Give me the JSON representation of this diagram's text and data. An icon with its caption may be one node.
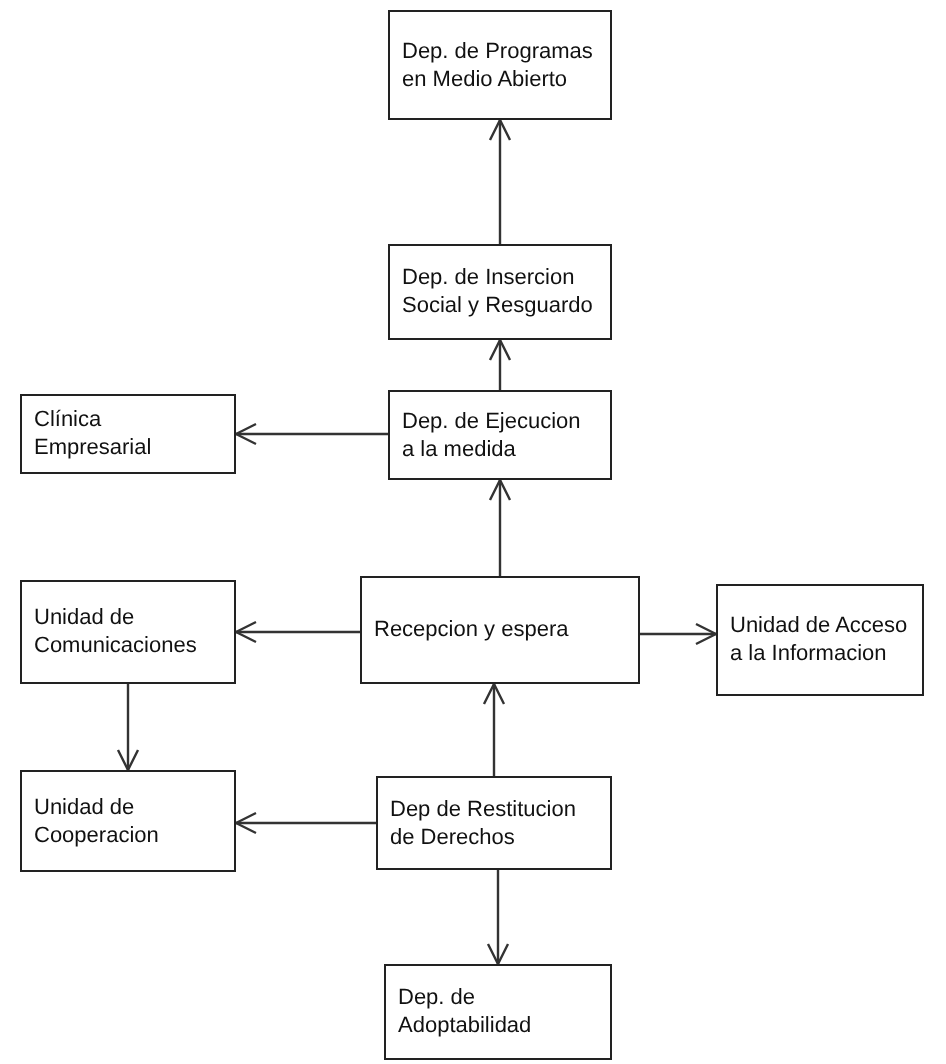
{
  "diagram": {
    "nodes": [
      {
        "text": [
          "Dep. de Programas en Medio Abierto"
        ]
      },
      {
        "text": [
          "Dep. de Insercion Social y Resguardo"
        ]
      },
      {
        "text": [
          "Dep. de Ejecucion a la medida"
        ]
      },
      {
        "text": [
          "Clínica Empresarial"
        ]
      },
      {
        "text": [
          "Recepcion y espera"
        ]
      },
      {
        "text": [
          "Unidad de Comunicaciones"
        ]
      },
      {
        "text": [
          "Unidad de Acceso a la Informacion"
        ]
      },
      {
        "text": [
          "Unidad de Cooperacion"
        ]
      },
      {
        "text": [
          "Dep de Restitucion de Derechos"
        ]
      },
      {
        "text": [
          "Dep. de Adoptabilidad"
        ]
      }
    ],
    "edges": [
      {
        "from": 1,
        "to": 0,
        "arrow": "to"
      },
      {
        "from": 2,
        "to": 1,
        "arrow": "to"
      },
      {
        "from": 2,
        "to": 3,
        "arrow": "to"
      },
      {
        "from": 4,
        "to": 2,
        "arrow": "to"
      },
      {
        "from": 4,
        "to": 5,
        "arrow": "to"
      },
      {
        "from": 4,
        "to": 6,
        "arrow": "to"
      },
      {
        "from": 5,
        "to": 7,
        "arrow": "to"
      },
      {
        "from": 8,
        "to": 4,
        "arrow": "to"
      },
      {
        "from": 8,
        "to": 7,
        "arrow": "to"
      },
      {
        "from": 8,
        "to": 9,
        "arrow": "to"
      }
    ]
  }
}
